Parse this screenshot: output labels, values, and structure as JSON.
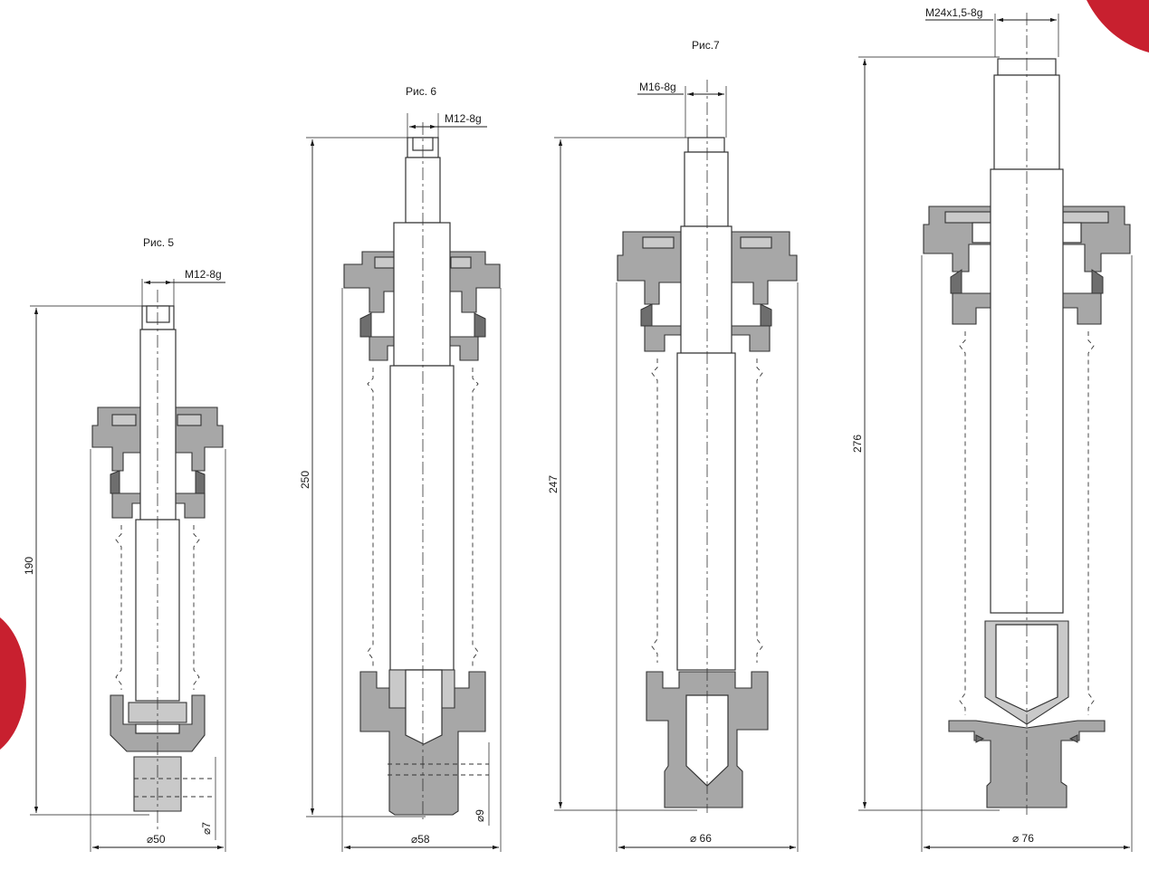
{
  "figures": [
    {
      "caption": "Рис. 5",
      "thread": "M12-8g",
      "height": "190",
      "diameter": "⌀50",
      "bore": "⌀7"
    },
    {
      "caption": "Рис. 6",
      "thread": "M12-8g",
      "height": "250",
      "diameter": "⌀58",
      "bore": "⌀9"
    },
    {
      "caption": "Рис.7",
      "thread": "M16-8g",
      "height": "247",
      "diameter": "⌀ 66"
    },
    {
      "thread": "M24x1,5-8g",
      "height": "276",
      "diameter": "⌀ 76"
    }
  ],
  "colors": {
    "accent": "#c8202f",
    "body": "#a7a7a7",
    "dark": "#6e6e6e"
  }
}
